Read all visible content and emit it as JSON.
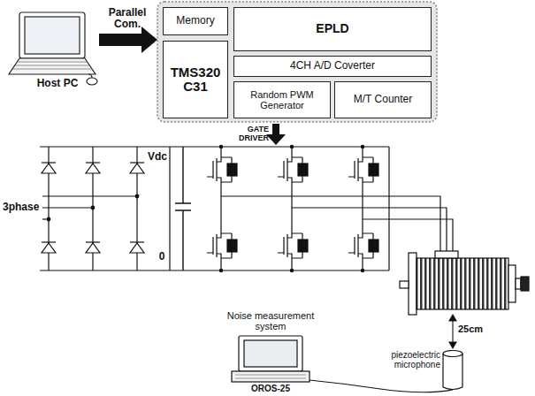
{
  "diagram": {
    "nodes": [
      {
        "text": [
          "Memory"
        ]
      },
      {
        "text": [
          "EPLD"
        ]
      },
      {
        "text": [
          "TMS320 C31"
        ]
      },
      {
        "text": [
          "4CH A/D Coverter"
        ]
      },
      {
        "text": [
          "Random PWM Generator"
        ]
      },
      {
        "text": [
          "M/T Counter"
        ]
      }
    ],
    "labels": [
      "Parallel Com.",
      "Host PC",
      "GATE DRIVER",
      "Vdc",
      "0",
      "3phase",
      "25cm",
      "piezoelectric microphone",
      "Noise measurement system",
      "OROS-25"
    ]
  }
}
